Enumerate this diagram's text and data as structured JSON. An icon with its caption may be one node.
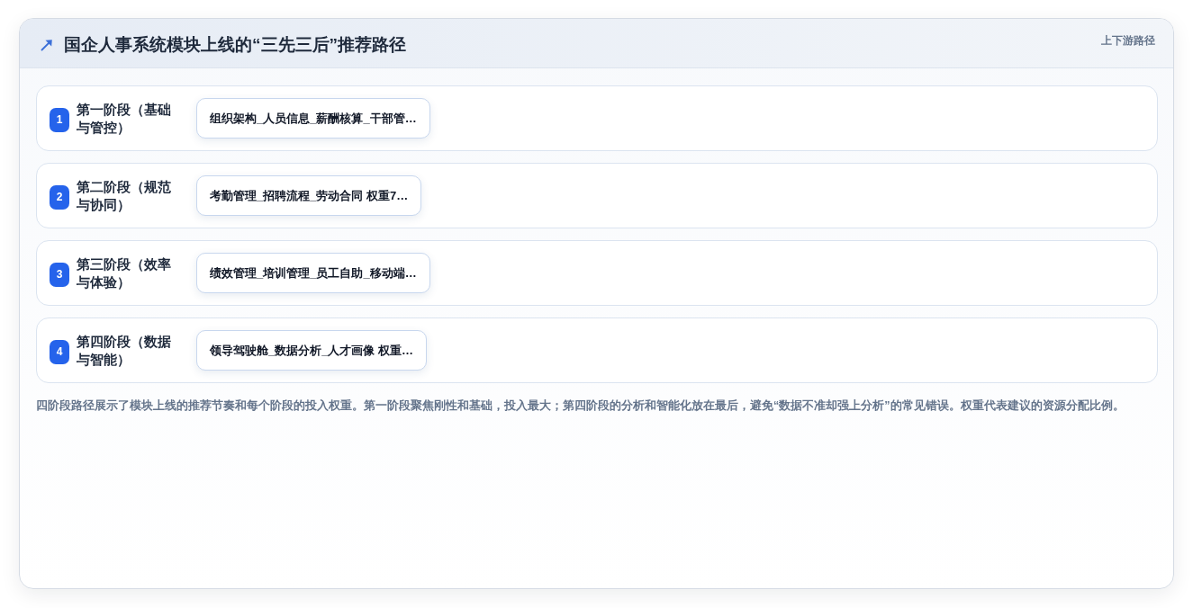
{
  "diagram": {
    "title": "国企人事系统模块上线的“三先三后”推荐路径",
    "nodes": [
      {
        "text": [
          "第一阶段（基础与管控）"
        ]
      },
      {
        "text": [
          "1"
        ],
        "in": 0
      },
      {
        "text": [
          "组织架构_人员信息_薪酬核算_干部管…"
        ],
        "in": 0
      },
      {
        "text": [
          "第二阶段（规范与协同）"
        ]
      },
      {
        "text": [
          "2"
        ],
        "in": 3
      },
      {
        "text": [
          "考勤管理_招聘流程_劳动合同 权重7…"
        ],
        "in": 3
      },
      {
        "text": [
          "第三阶段（效率与体验）"
        ]
      },
      {
        "text": [
          "3"
        ],
        "in": 6
      },
      {
        "text": [
          "绩效管理_培训管理_员工自助_移动端…"
        ],
        "in": 6
      },
      {
        "text": [
          "第四阶段（数据与智能）"
        ]
      },
      {
        "text": [
          "4"
        ],
        "in": 9
      },
      {
        "text": [
          "领导驾驶舱_数据分析_人才画像 权重…"
        ],
        "in": 9
      }
    ],
    "labels": [
      "上下游路径"
    ],
    "caption": "四阶段路径展示了模块上线的推荐节奏和每个阶段的投入权重。第一阶段聚焦刚性和基础，投入最大；第四阶段的分析和智能化放在最后，避免“数据不准却强上分析”的常见错误。权重代表建议的资源分配比例。"
  }
}
